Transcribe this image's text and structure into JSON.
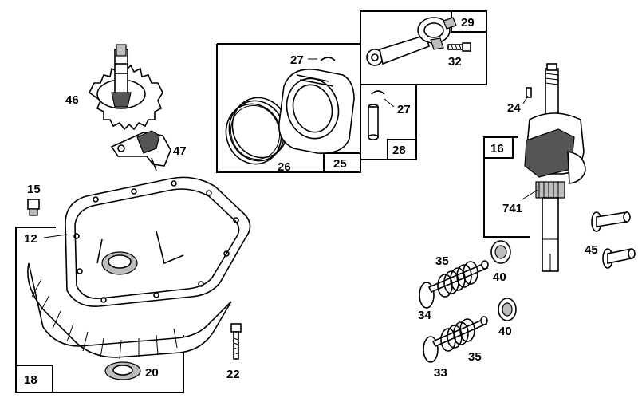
{
  "parts": {
    "p46": "46",
    "p47": "47",
    "p15": "15",
    "p12": "12",
    "p18": "18",
    "p20": "20",
    "p22": "22",
    "p27a": "27",
    "p26": "26",
    "p25": "25",
    "p29": "29",
    "p32": "32",
    "p27b": "27",
    "p28": "28",
    "p24": "24",
    "p16": "16",
    "p741": "741",
    "p45": "45",
    "p35a": "35",
    "p40a": "40",
    "p34": "34",
    "p40b": "40",
    "p35b": "35",
    "p33": "33"
  }
}
